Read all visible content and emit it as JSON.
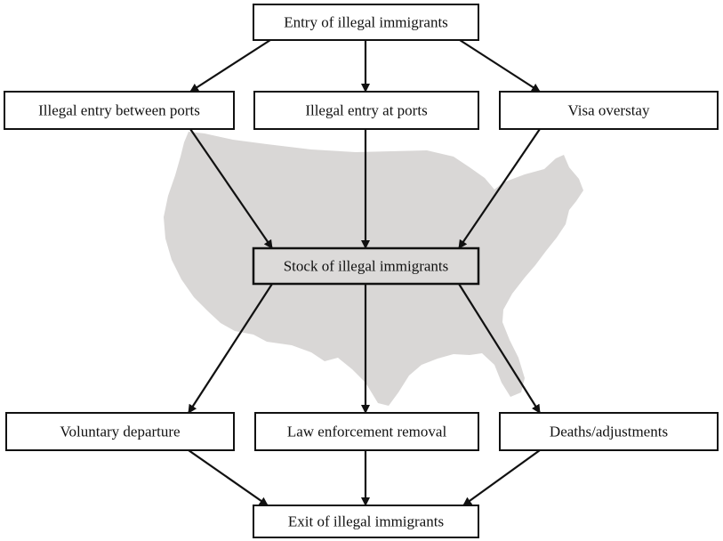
{
  "nodes": {
    "entry": "Entry of illegal immigrants",
    "between_ports": "Illegal entry between ports",
    "at_ports": "Illegal entry at ports",
    "visa_overstay": "Visa overstay",
    "stock": "Stock of illegal immigrants",
    "voluntary": "Voluntary departure",
    "removal": "Law enforcement removal",
    "deaths": "Deaths/adjustments",
    "exit": "Exit of illegal immigrants"
  },
  "colors": {
    "map_fill": "#d9d7d6",
    "stock_fill": "#dcdad9",
    "box_stroke": "#111111",
    "arrow": "#111111"
  }
}
